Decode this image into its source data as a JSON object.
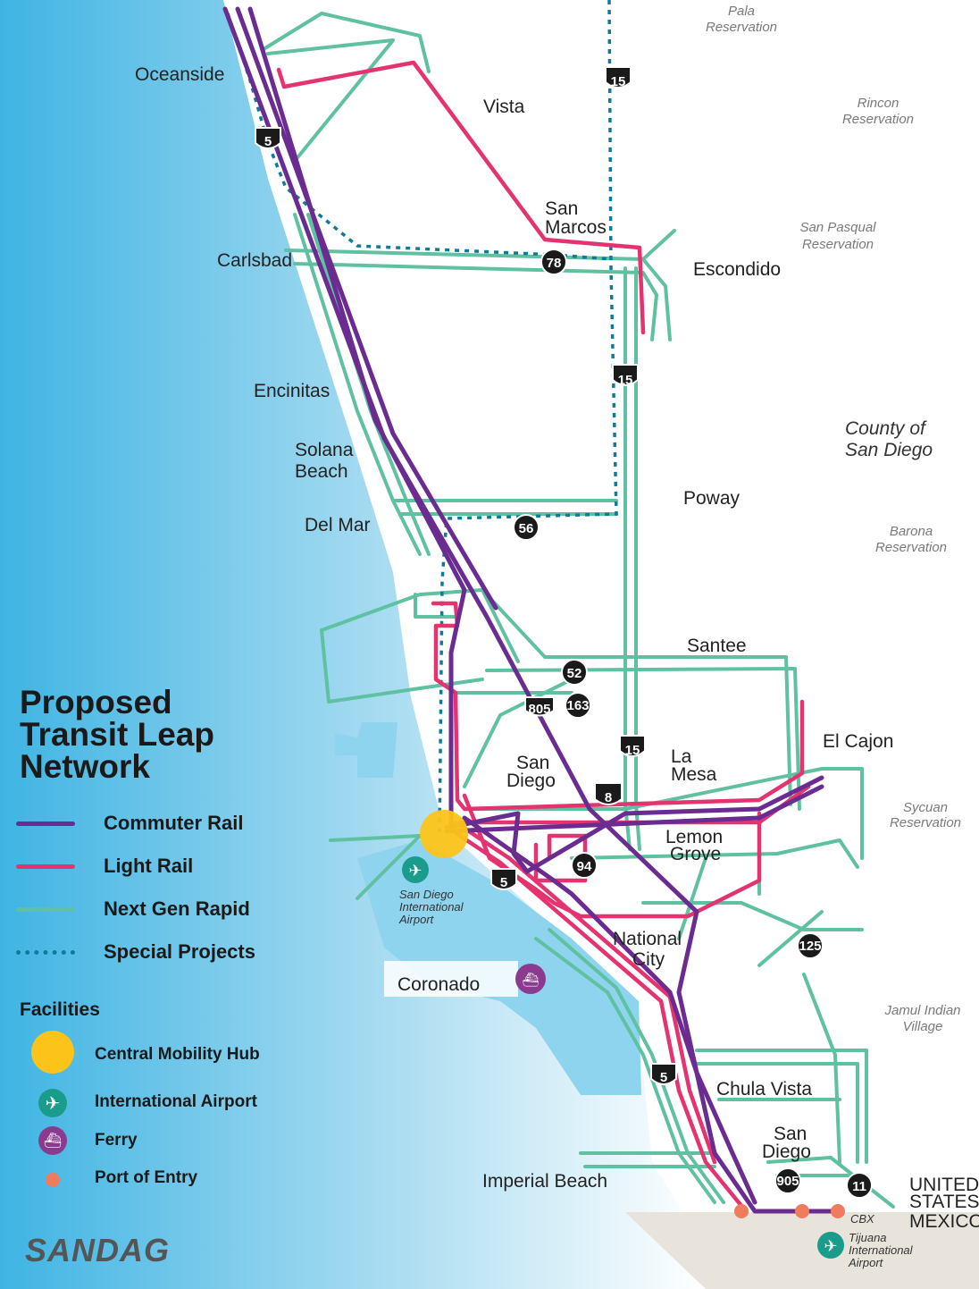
{
  "legend": {
    "title_lines": [
      "Proposed",
      "Transit Leap",
      "Network"
    ],
    "items": [
      {
        "label": "Commuter Rail",
        "color": "#6a2c91"
      },
      {
        "label": "Light Rail",
        "color": "#e5336f"
      },
      {
        "label": "Next Gen Rapid",
        "color": "#5fc1a2"
      },
      {
        "label": "Special Projects",
        "color": "#0e7c99"
      }
    ]
  },
  "facilities": {
    "title": "Facilities",
    "items": [
      {
        "label": "Central Mobility Hub",
        "color": "#fcc419",
        "icon": "mobility-hub-icon"
      },
      {
        "label": "International Airport",
        "color": "#1a9c8c",
        "icon": "airport-icon"
      },
      {
        "label": "Ferry",
        "color": "#8b3b8f",
        "icon": "ferry-icon"
      },
      {
        "label": "Port of Entry",
        "color": "#f07b5e",
        "icon": "port-of-entry-icon"
      }
    ]
  },
  "brand": "SANDAG",
  "places": {
    "oceanside": "Oceanside",
    "vista": "Vista",
    "san_marcos": [
      "San",
      "Marcos"
    ],
    "carlsbad": "Carlsbad",
    "escondido": "Escondido",
    "encinitas": "Encinitas",
    "solana_beach": [
      "Solana",
      "Beach"
    ],
    "del_mar": "Del Mar",
    "poway": "Poway",
    "santee": "Santee",
    "el_cajon": "El Cajon",
    "la_mesa": [
      "La",
      "Mesa"
    ],
    "san_diego": [
      "San",
      "Diego"
    ],
    "lemon_grove": [
      "Lemon",
      "Grove"
    ],
    "national_city": [
      "National",
      "City"
    ],
    "coronado": "Coronado",
    "chula_vista": "Chula Vista",
    "san_diego_south": [
      "San",
      "Diego"
    ],
    "imperial_beach": "Imperial Beach",
    "county": [
      "County of",
      "San Diego"
    ],
    "united_states": [
      "UNITED",
      "STATES"
    ],
    "mexico": "MEXICO",
    "cbx": "CBX"
  },
  "reservations": {
    "pala": [
      "Pala",
      "Reservation"
    ],
    "rincon": [
      "Rincon",
      "Reservation"
    ],
    "san_pasqual": [
      "San Pasqual",
      "Reservation"
    ],
    "barona": [
      "Barona",
      "Reservation"
    ],
    "sycuan": [
      "Sycuan",
      "Reservation"
    ],
    "jamul": [
      "Jamul Indian",
      "Village"
    ]
  },
  "airports": {
    "san_diego": [
      "San Diego",
      "International",
      "Airport"
    ],
    "tijuana": [
      "Tijuana",
      "International",
      "Airport"
    ]
  },
  "shields": {
    "i5_north": "5",
    "i15_north": "15",
    "sr78": "78",
    "i15_mid": "15",
    "sr56": "56",
    "sr52": "52",
    "i805": "805",
    "sr163": "163",
    "i15_south": "15",
    "i8": "8",
    "sr94": "94",
    "i5_mid": "5",
    "sr125": "125",
    "i5_south": "5",
    "sr905": "905",
    "sr11": "11"
  }
}
